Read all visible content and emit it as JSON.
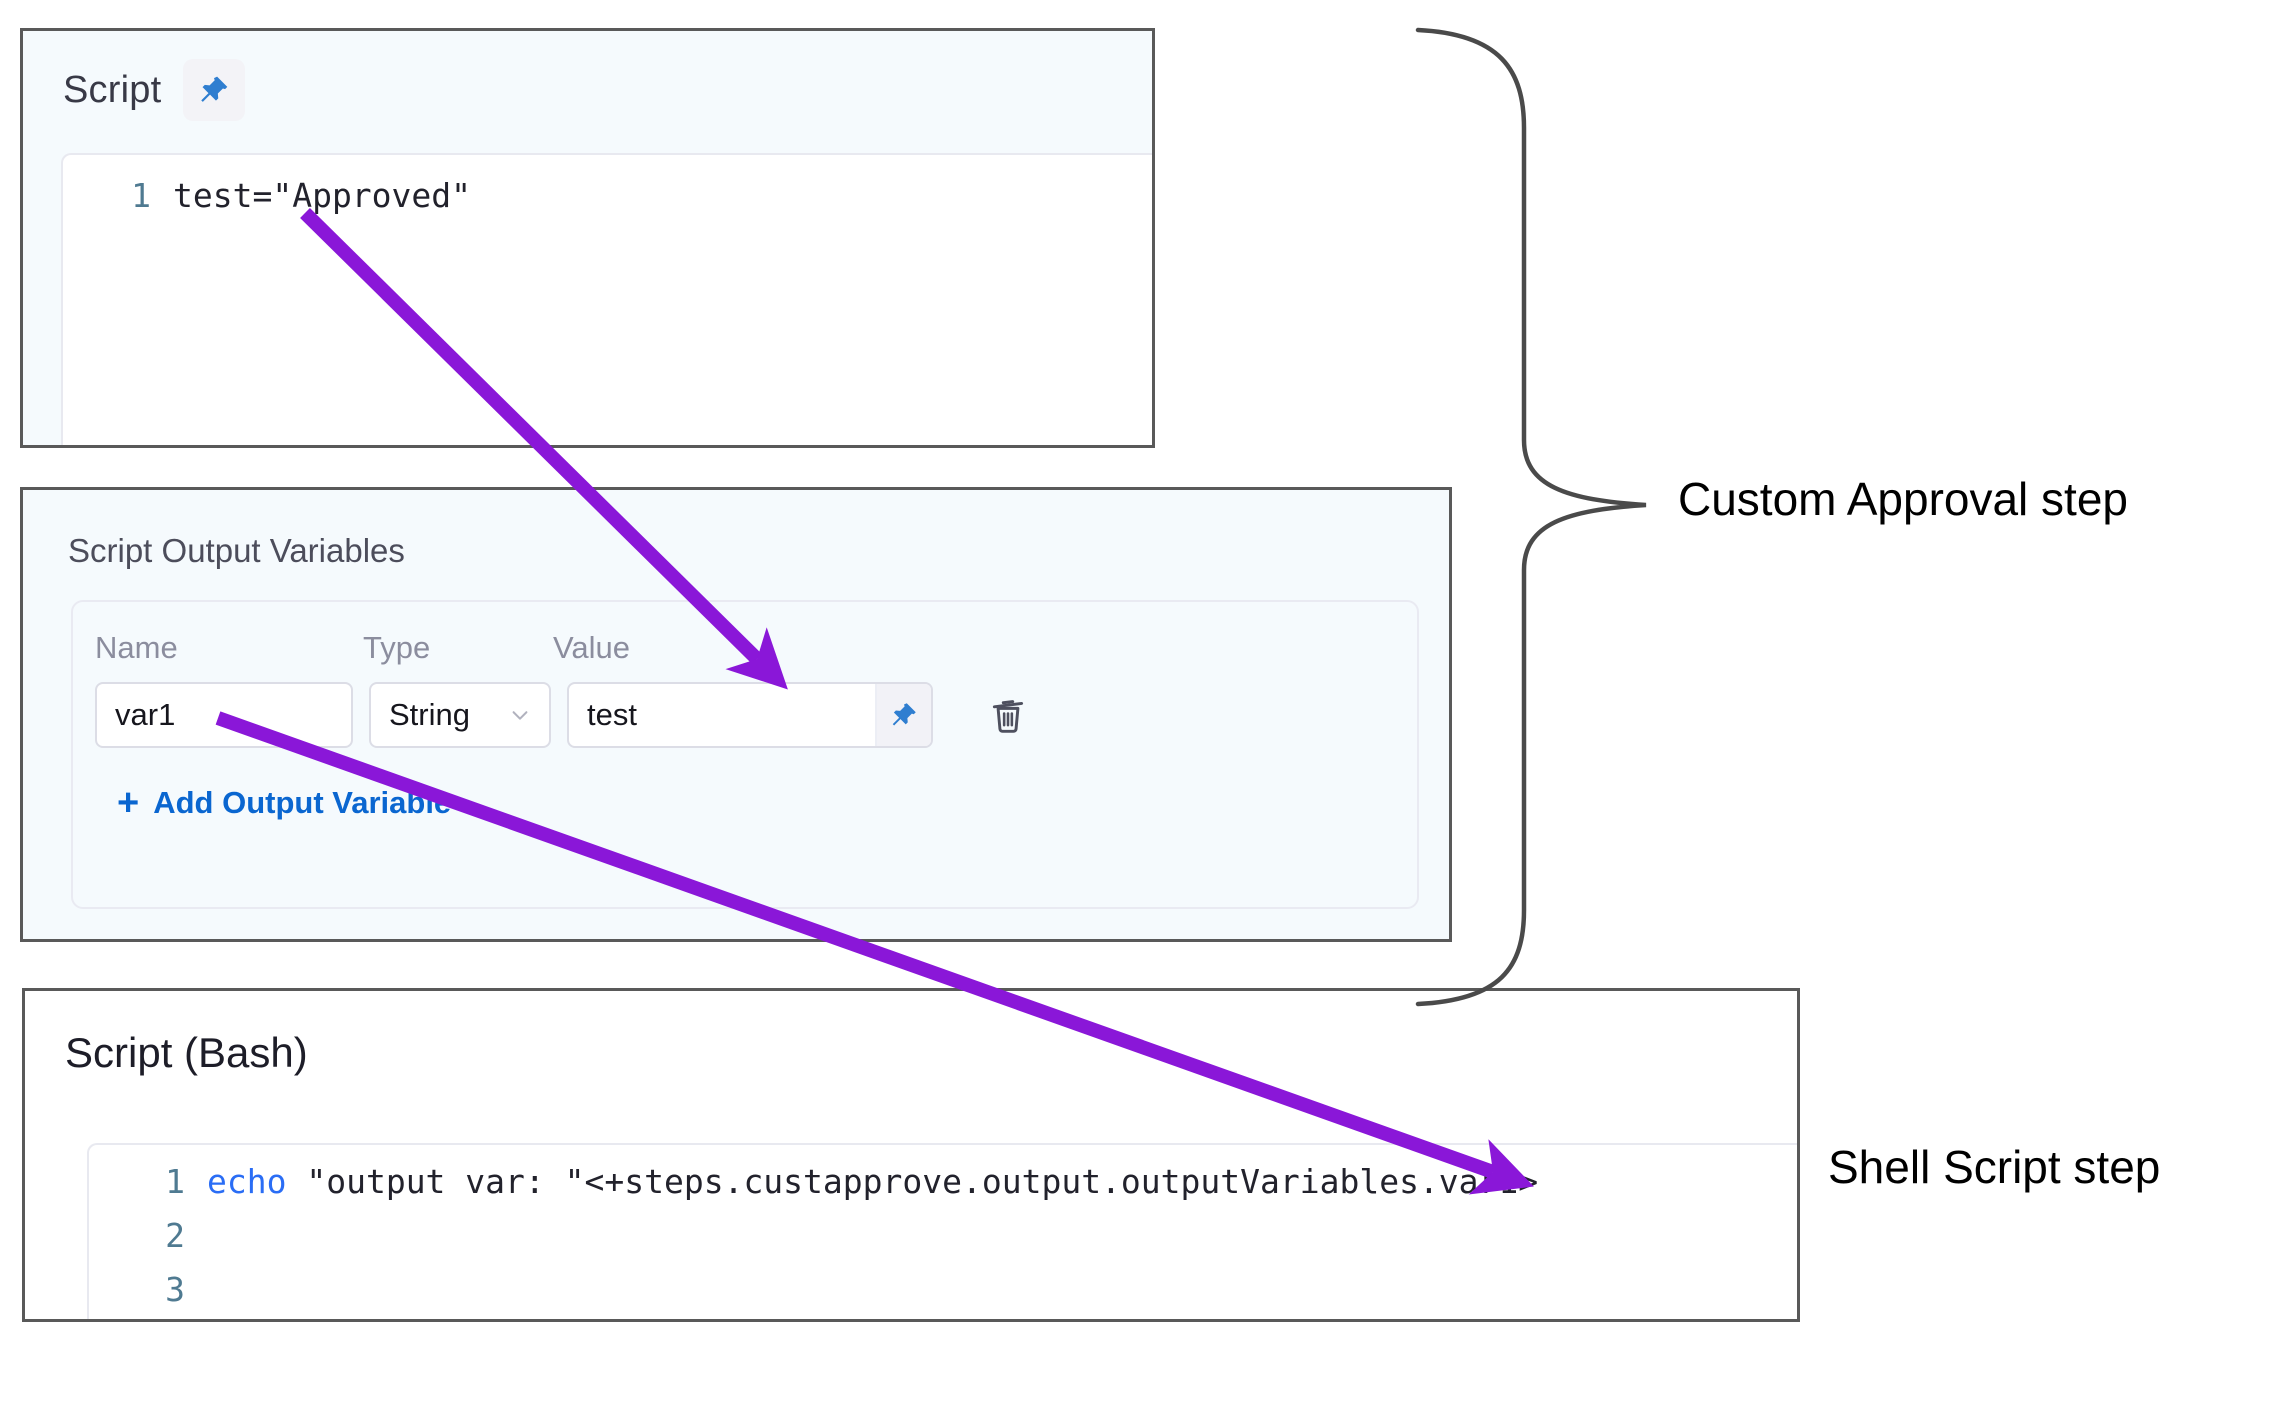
{
  "colors": {
    "arrow": "#8a17d8",
    "accent_link": "#0a66d0",
    "pin": "#2f7ed0",
    "panel_bg": "#f5fafd",
    "card_border": "#595959",
    "keyword": "#2a6df5",
    "gutter": "#4f7a91"
  },
  "script_card": {
    "label": "Script",
    "pin_icon": "pin-icon",
    "code_lines": [
      {
        "number": "1",
        "text": "test=\"Approved\""
      }
    ]
  },
  "output_variables_card": {
    "title": "Script Output Variables",
    "columns": {
      "name": "Name",
      "type": "Type",
      "value": "Value"
    },
    "rows": [
      {
        "name": "var1",
        "type": "String",
        "type_chevron_icon": "chevron-down-icon",
        "value": "test",
        "value_pin_icon": "pin-icon",
        "delete_icon": "trash-icon"
      }
    ],
    "add_variable": {
      "plus": "+",
      "label": "Add Output Variable"
    }
  },
  "bash_card": {
    "title": "Script (Bash)",
    "code_lines": [
      {
        "number": "1",
        "keyword": "echo",
        "rest": " \"output var: \"<+steps.custapprove.output.outputVariables.var1>"
      },
      {
        "number": "2",
        "keyword": "",
        "rest": ""
      },
      {
        "number": "3",
        "keyword": "",
        "rest": ""
      }
    ]
  },
  "annotations": {
    "custom_approval_label": "Custom Approval step",
    "shell_script_label": "Shell Script step"
  }
}
